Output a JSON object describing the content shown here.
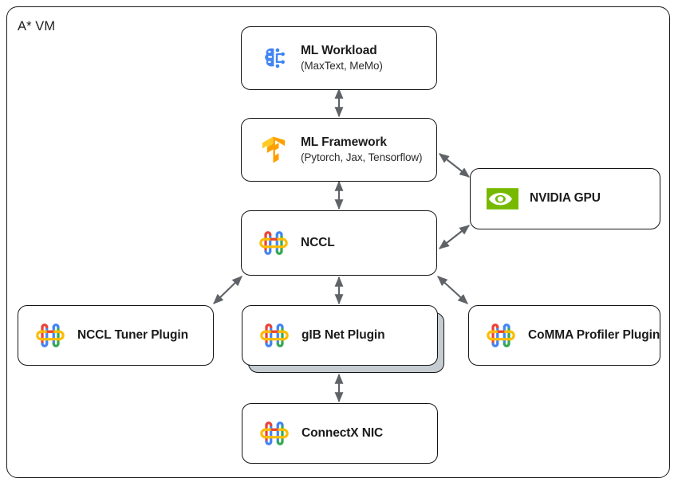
{
  "container": {
    "label": "A* VM"
  },
  "colors": {
    "border": "#141414",
    "arrow": "#5f6368",
    "stack_shadow": "#c5ccd2",
    "icon_blue": "#4285f4",
    "icon_orange": "#ff9900",
    "icon_orange_light": "#ffb300",
    "nvidia_green": "#76b900",
    "google_red": "#ea4335",
    "google_blue": "#4285f4",
    "google_yellow": "#fbbc04",
    "google_green": "#34a853"
  },
  "nodes": [
    {
      "id": "ml-workload",
      "title": "ML Workload",
      "subtitle": "(MaxText, MeMo)",
      "icon": "brain-circuit-icon"
    },
    {
      "id": "ml-framework",
      "title": "ML Framework",
      "subtitle": "(Pytorch, Jax, Tensorflow)",
      "icon": "tensorflow-icon"
    },
    {
      "id": "nccl",
      "title": "NCCL",
      "subtitle": "",
      "icon": "google-chain-link-icon"
    },
    {
      "id": "nvidia-gpu",
      "title": "NVIDIA GPU",
      "subtitle": "",
      "icon": "nvidia-eye-icon"
    },
    {
      "id": "nccl-tuner-plugin",
      "title": "NCCL Tuner Plugin",
      "subtitle": "",
      "icon": "google-chain-link-icon"
    },
    {
      "id": "gib-net-plugin",
      "title": "gIB Net Plugin",
      "subtitle": "",
      "icon": "google-chain-link-icon"
    },
    {
      "id": "comma-profiler-plugin",
      "title": "CoMMA Profiler Plugin",
      "subtitle": "",
      "icon": "google-chain-link-icon"
    },
    {
      "id": "connectx-nic",
      "title": "ConnectX NIC",
      "subtitle": "",
      "icon": "google-chain-link-icon"
    }
  ],
  "connections": [
    {
      "from": "ml-workload",
      "to": "ml-framework",
      "direction": "bidirectional"
    },
    {
      "from": "ml-framework",
      "to": "nccl",
      "direction": "bidirectional"
    },
    {
      "from": "ml-framework",
      "to": "nvidia-gpu",
      "direction": "bidirectional"
    },
    {
      "from": "nccl",
      "to": "nvidia-gpu",
      "direction": "bidirectional"
    },
    {
      "from": "nccl",
      "to": "nccl-tuner-plugin",
      "direction": "bidirectional"
    },
    {
      "from": "nccl",
      "to": "gib-net-plugin",
      "direction": "bidirectional"
    },
    {
      "from": "nccl",
      "to": "comma-profiler-plugin",
      "direction": "bidirectional"
    },
    {
      "from": "gib-net-plugin",
      "to": "connectx-nic",
      "direction": "bidirectional"
    }
  ]
}
